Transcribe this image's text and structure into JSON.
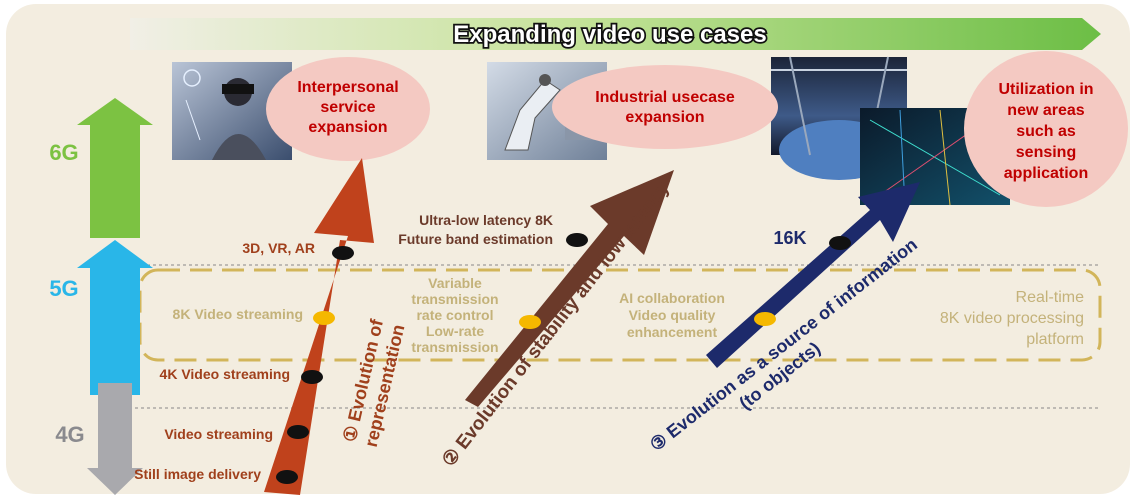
{
  "banner": {
    "title": "Expanding video use cases"
  },
  "generations": {
    "g6": "6G",
    "g5": "5G",
    "g4": "4G"
  },
  "bubbles": {
    "interpersonal": [
      "Interpersonal",
      "service",
      "expansion"
    ],
    "industrial": [
      "Industrial usecase",
      "expansion"
    ],
    "utilization": [
      "Utilization in",
      "new areas",
      "such as",
      "sensing",
      "application"
    ]
  },
  "milestones": {
    "still_image": "Still image delivery",
    "video_streaming": "Video streaming",
    "k4_streaming": "4K Video streaming",
    "k8_streaming": "8K Video streaming",
    "vr": "3D, VR, AR",
    "ultra_low": [
      "Ultra-low latency 8K",
      "Future band estimation"
    ],
    "variable": [
      "Variable",
      "transmission",
      "rate control",
      "Low-rate",
      "transmission"
    ],
    "ai": [
      "AI collaboration",
      "Video quality",
      "enhancement"
    ],
    "k16": "16K"
  },
  "platform": [
    "Real-time",
    "8K video processing",
    "platform"
  ],
  "arrows": {
    "a1": {
      "num": "①",
      "line1": "Evolution of",
      "line2": "representation"
    },
    "a2": {
      "num": "②",
      "line1": "Evolution of stability and low latency"
    },
    "a3": {
      "num": "③",
      "line1": "Evolution as a source of information",
      "line2": "(to objects)"
    }
  },
  "colors": {
    "arrow1": "#c0421c",
    "arrow2": "#6b3a2a",
    "arrow3": "#1d2a6b",
    "g6": "#7cc242",
    "g5": "#29b6e8",
    "g4": "#a9a9ad",
    "milestone_text": "#a0401c",
    "faded_text": "#c4b27a",
    "bubble_text": "#c00000",
    "background": "#f3ede0",
    "bubble": "#f4c9c2"
  }
}
